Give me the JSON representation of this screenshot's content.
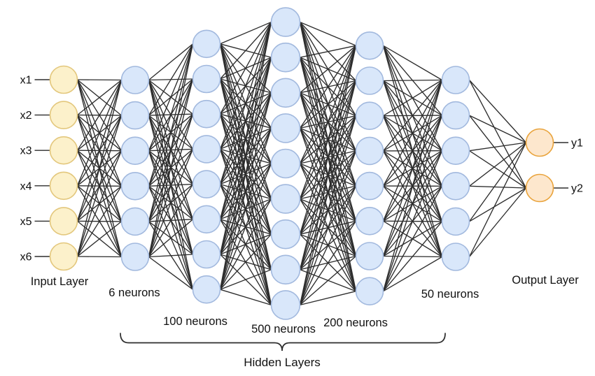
{
  "diagram": {
    "kind": "feed-forward neural network architecture",
    "input": {
      "caption": "Input Layer",
      "node_labels": [
        "x1",
        "x2",
        "x3",
        "x4",
        "x5",
        "x6"
      ],
      "drawn_nodes": 6
    },
    "hidden": {
      "group_caption": "Hidden Layers",
      "layers": [
        {
          "caption": "6 neurons",
          "neurons": 6,
          "drawn_nodes": 6
        },
        {
          "caption": "100 neurons",
          "neurons": 100,
          "drawn_nodes": 8
        },
        {
          "caption": "500 neurons",
          "neurons": 500,
          "drawn_nodes": 9
        },
        {
          "caption": "200 neurons",
          "neurons": 200,
          "drawn_nodes": 8
        },
        {
          "caption": "50 neurons",
          "neurons": 50,
          "drawn_nodes": 6
        }
      ]
    },
    "output": {
      "caption": "Output Layer",
      "node_labels": [
        "y1",
        "y2"
      ],
      "drawn_nodes": 2
    },
    "connections": "fully connected between consecutive layers",
    "colors": {
      "background": "#ffffff",
      "input_fill": "#FCF1CB",
      "input_stroke": "#E3C77C",
      "hidden_fill": "#D9E7FA",
      "hidden_stroke": "#A2B9DE",
      "output_fill": "#FDE7CD",
      "output_stroke": "#E9A33B",
      "edge": "#2d2d2d",
      "text": "#111111"
    }
  }
}
